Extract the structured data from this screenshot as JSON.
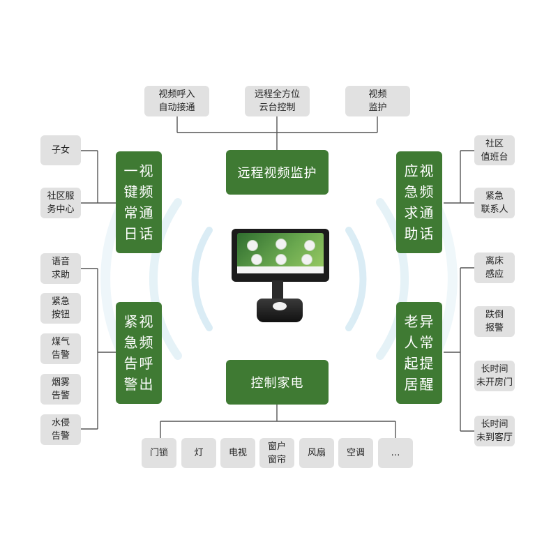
{
  "center": {
    "top": "远程视频监护",
    "bottom": "控制家电"
  },
  "panels": {
    "left_top": "视频通话一键常日",
    "left_bottom": "视频呼出紧急告警",
    "right_top": "视频通话应急求助",
    "right_bottom": "异常提醒老人起居"
  },
  "top_items": [
    "视频呼入\n自动接通",
    "远程全方位\n云台控制",
    "视频\n监护"
  ],
  "left_top_items": [
    "子女",
    "社区服\n务中心"
  ],
  "left_bottom_items": [
    "语音\n求助",
    "紧急\n按钮",
    "煤气\n告警",
    "烟雾\n告警",
    "水侵\n告警"
  ],
  "right_top_items": [
    "社区\n值班台",
    "紧急\n联系人"
  ],
  "right_bottom_items": [
    "离床\n感应",
    "跌倒\n报警",
    "长时间\n未开房门",
    "长时间\n未到客厅"
  ],
  "bottom_items": [
    "门锁",
    "灯",
    "电视",
    "窗户\n窗帘",
    "风扇",
    "空调",
    "…"
  ],
  "colors": {
    "green": "#3f7a33",
    "gray": "#e1e1e1",
    "line": "#555555",
    "arc": "#d8ebf3"
  }
}
